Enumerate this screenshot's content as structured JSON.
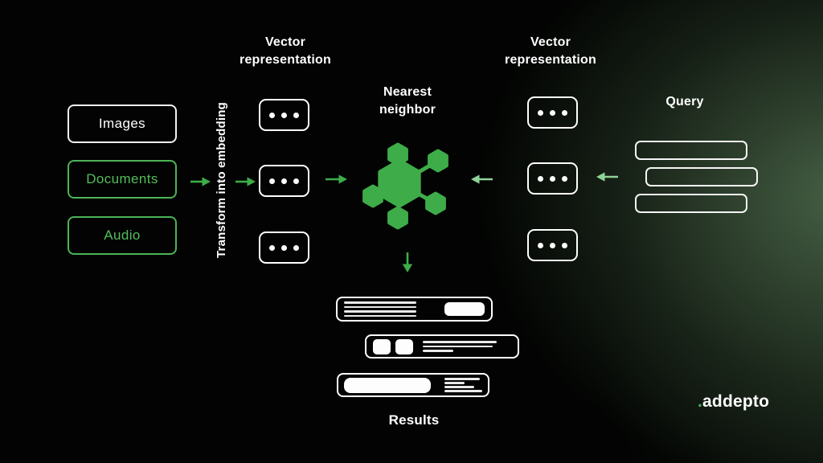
{
  "labels": {
    "transform": "Transform into embedding",
    "vector_left": "Vector representation",
    "vector_right": "Vector representation",
    "nearest": "Nearest neighbor",
    "query": "Query",
    "results": "Results"
  },
  "sources": {
    "items": [
      {
        "label": "Images"
      },
      {
        "label": "Documents"
      },
      {
        "label": "Audio"
      }
    ]
  },
  "logo": {
    "dot": ".",
    "text": "addepto"
  },
  "colors": {
    "background": "#020302",
    "glow_green": "#566E54",
    "arrow_green": "#3EAC49",
    "arrow_light_green": "#8FD297",
    "box_green": "#4CB455",
    "node_green": "#3EAC49",
    "white": "#FFFFFF"
  }
}
